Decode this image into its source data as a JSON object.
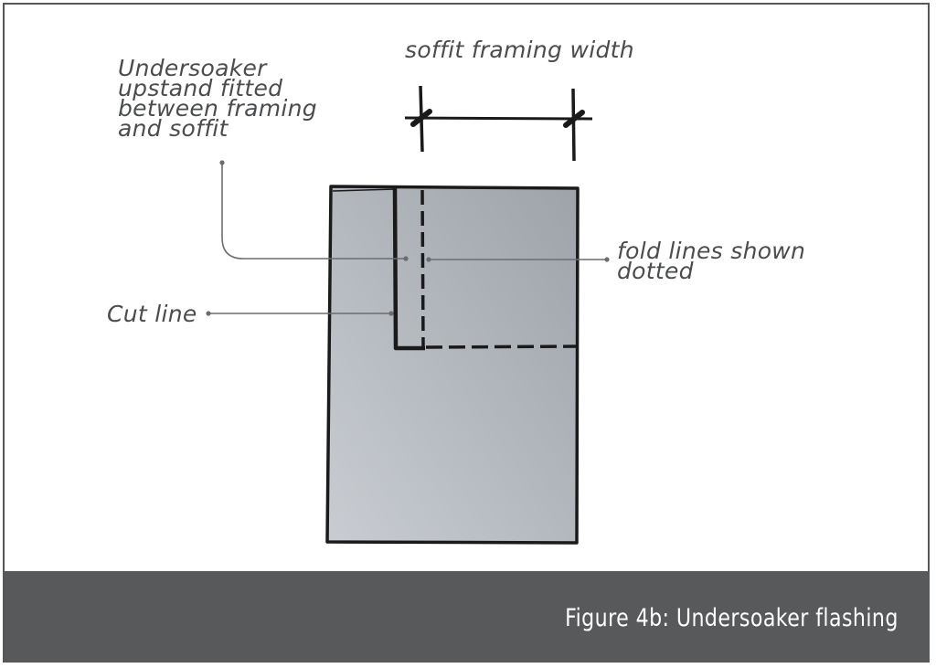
{
  "labels": {
    "soffit_width": "soffit framing width",
    "undersoaker": [
      "Undersoaker",
      "upstand fitted",
      "between framing",
      "and soffit"
    ],
    "fold_lines": [
      "fold lines shown",
      "dotted"
    ],
    "cut_line": "Cut line"
  },
  "caption": "Figure 4b: Undersoaker flashing",
  "colors": {
    "sheet_light": "#c9cdd2",
    "sheet_dark": "#9ea3a9",
    "ink": "#1a1a1a",
    "leader": "#6b6d70",
    "caption_bar": "#58595b"
  }
}
